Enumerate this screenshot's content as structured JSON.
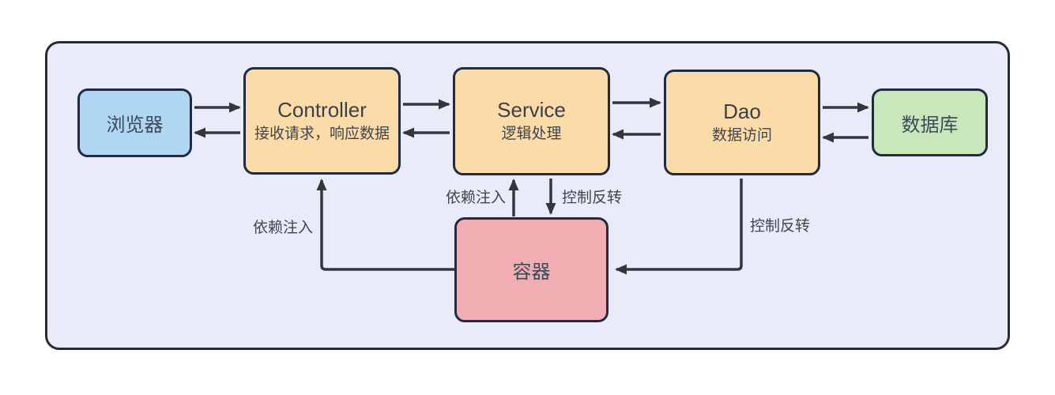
{
  "canvas": {
    "background": "#ffffff",
    "panel_fill": "#e9ecf8",
    "panel_border": "#272b33",
    "node_border": "#1f2a44",
    "wire_color": "#33363d"
  },
  "nodes": {
    "browser": {
      "label": "浏览器",
      "fill": "#afd7f3"
    },
    "controller": {
      "title": "Controller",
      "subtitle": "接收请求，响应数据",
      "fill": "#fbdca9"
    },
    "service": {
      "title": "Service",
      "subtitle": "逻辑处理",
      "fill": "#fbdca9"
    },
    "dao": {
      "title": "Dao",
      "subtitle": "数据访问",
      "fill": "#fbdca9"
    },
    "database": {
      "label": "数据库",
      "fill": "#c8e8bc"
    },
    "container": {
      "label": "容器",
      "fill": "#f0aeb3"
    }
  },
  "edges": {
    "container_to_service_label": "依赖注入",
    "service_to_container_label": "控制反转",
    "container_to_controller_label": "依赖注入",
    "dao_to_container_label": "控制反转"
  }
}
